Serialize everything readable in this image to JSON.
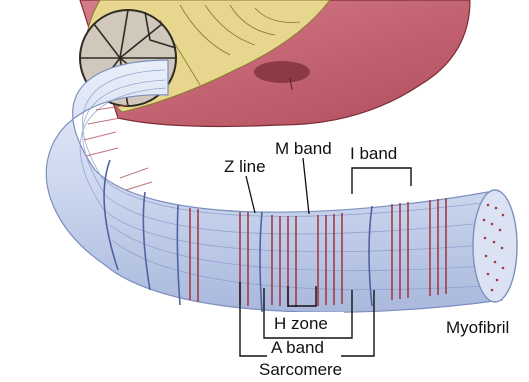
{
  "labels": {
    "z_line": "Z line",
    "m_band": "M band",
    "i_band": "I band",
    "h_zone": "H zone",
    "a_band": "A band",
    "sarcomere": "Sarcomere",
    "myofibril": "Myofibril"
  },
  "colors": {
    "background": "#ffffff",
    "fiber_blue": "#cfd9f0",
    "fiber_edge": "#7d8fbf",
    "myosin_red": "#a33a45",
    "tissue_pink": "#c56270",
    "tissue_dark": "#7a2c36",
    "fascicle_yellow": "#e3d48c",
    "cross_section": "#d8d2c6",
    "bracket_line": "#111111"
  }
}
